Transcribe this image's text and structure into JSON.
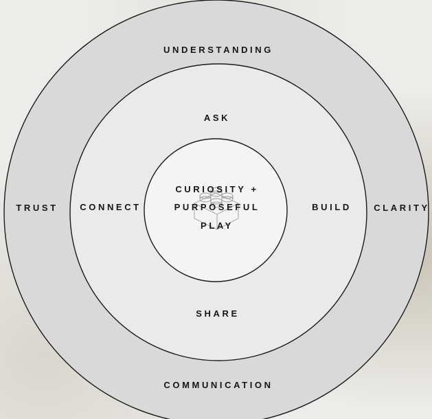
{
  "diagram": {
    "outer_ring": {
      "top": "UNDERSTANDING",
      "left": "TRUST",
      "right": "CLARITY",
      "bottom": "COMMUNICATION"
    },
    "middle_ring": {
      "top": "ASK",
      "left": "CONNECT",
      "right": "BUILD",
      "bottom": "SHARE"
    },
    "center": {
      "line1": "CURIOSITY +",
      "line2": "PURPOSEFUL",
      "line3": "PLAY"
    },
    "center_icon": "lego-brick-icon",
    "colors": {
      "outer_fill": "#d9d9d9",
      "middle_fill": "#eaeaea",
      "inner_fill": "#f4f4f4",
      "stroke": "#1a1a1a",
      "text": "#161616"
    }
  }
}
